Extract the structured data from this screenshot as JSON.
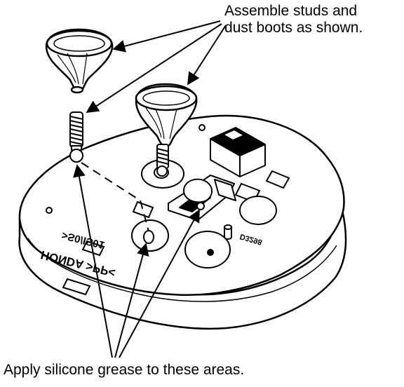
{
  "callouts": {
    "top_line1": "Assemble studs and",
    "top_line2": "dust boots as shown.",
    "bottom": "Apply silicone grease to these areas."
  },
  "housing_markings": {
    "brand": "HONDA >PP<",
    "code": ">S0/IS01",
    "number": "D3298"
  },
  "colors": {
    "ink": "#000000",
    "paper": "#ffffff"
  }
}
